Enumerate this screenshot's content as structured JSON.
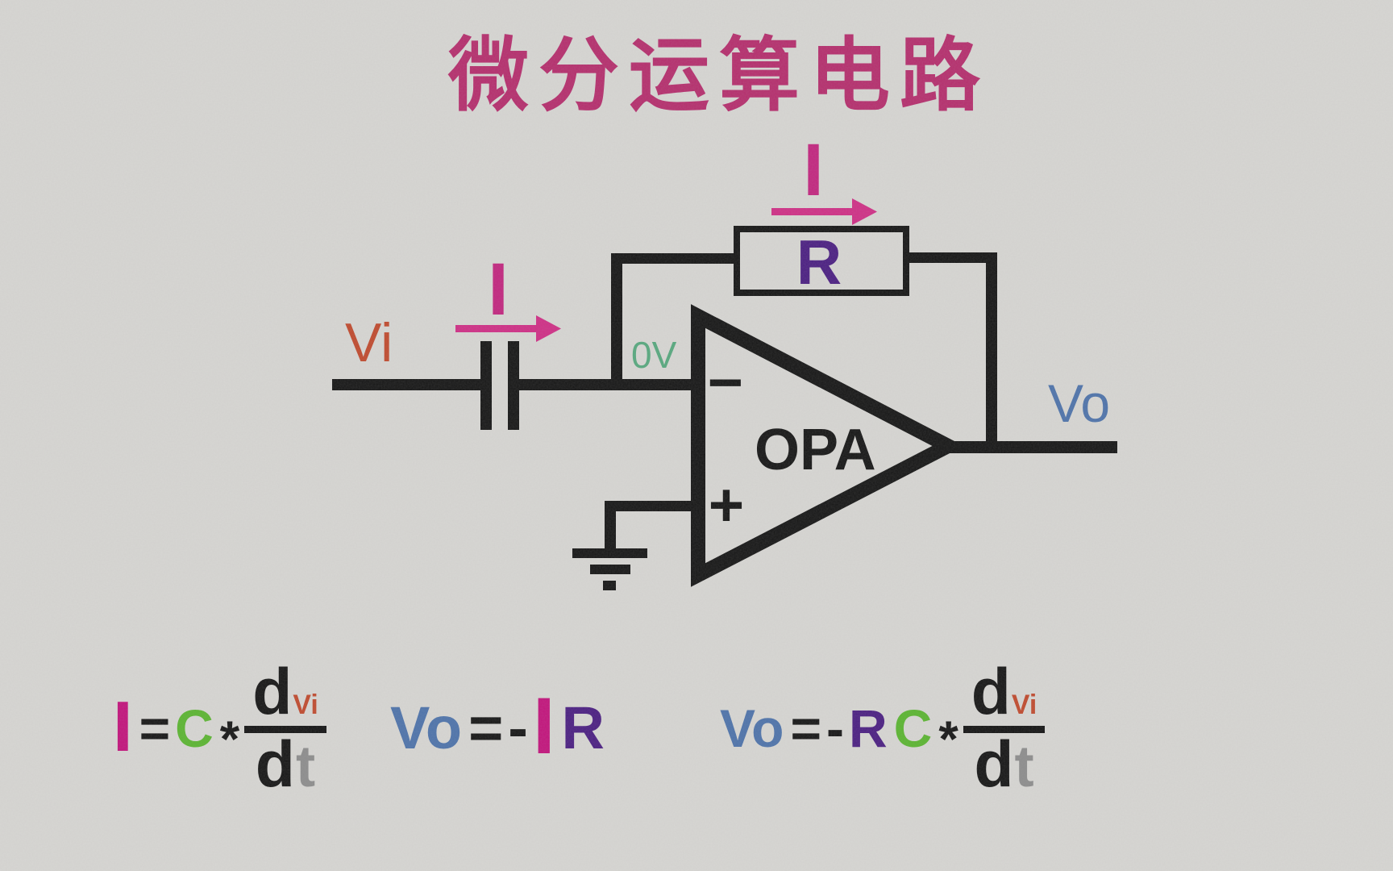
{
  "title": "微分运算电路",
  "colors": {
    "background": "#d7d6d3",
    "title": "#b52e6d",
    "ink": "#161616",
    "current_magenta": "#c2267f",
    "input_red": "#c04a2e",
    "virtual_ground_green": "#57a87e",
    "resistor_purple": "#4b1f82",
    "output_blue": "#4e73aa",
    "capacitance_green": "#5bb531",
    "time_gray": "#8d8d8d"
  },
  "circuit": {
    "input_label": "Vi",
    "current_label_input": "I",
    "current_label_feedback": "I",
    "virtual_ground_label": "0V",
    "minus_sign": "−",
    "plus_sign": "+",
    "opamp_label": "OPA",
    "resistor_label": "R",
    "output_label": "Vo"
  },
  "formulas": {
    "current": {
      "i": "I",
      "eq": "=",
      "cap": "C",
      "mul": "*",
      "num_d": "d",
      "num_sub": "Vi",
      "den_d": "d",
      "den_t": "t"
    },
    "output": {
      "vo": "Vo",
      "eq": "=",
      "minus": "-",
      "i": "I",
      "r": "R"
    },
    "combined": {
      "vo": "Vo",
      "eq": "=",
      "minus": "-",
      "r": "R",
      "cap": "C",
      "mul": "*",
      "num_d": "d",
      "num_sub": "Vi",
      "den_d": "d",
      "den_t": "t"
    }
  }
}
